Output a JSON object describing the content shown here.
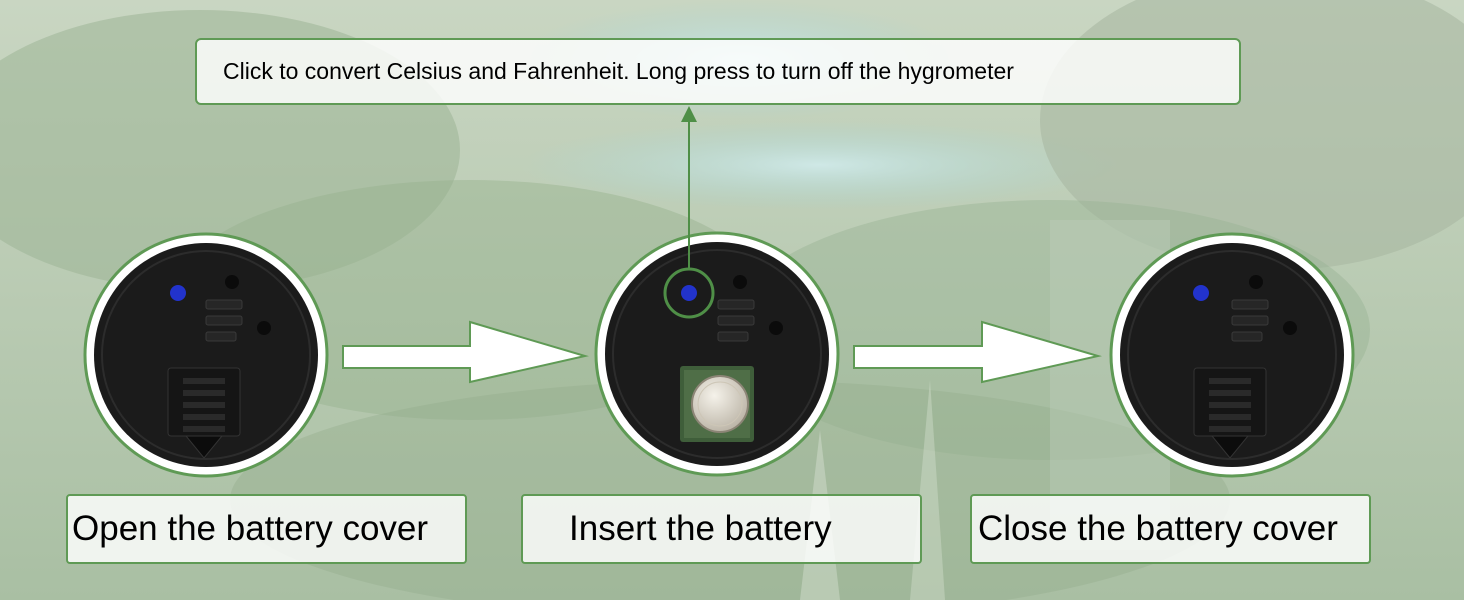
{
  "note": "Click to convert  Celsius and Fahrenheit.  Long press to turn off the hygrometer",
  "steps": [
    {
      "label": "Open the battery cover"
    },
    {
      "label": "Insert the battery"
    },
    {
      "label": "Close the battery cover"
    }
  ],
  "colors": {
    "accent_green": "#5f9a55",
    "button_blue": "#2233cc",
    "device_black": "#1b1b1b"
  },
  "icons": [
    "hygrometer-back-icon",
    "arrow-right-icon",
    "coin-battery-icon"
  ]
}
